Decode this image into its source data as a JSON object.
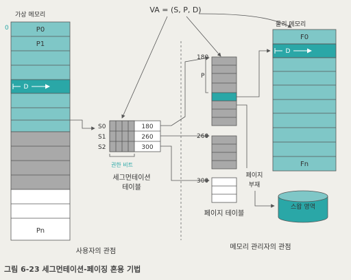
{
  "va_label": "VA = (S, P, D)",
  "virtual_memory": {
    "title": "가상 메모리",
    "zero": "0",
    "p0": "P0",
    "p1": "P1",
    "d": "D",
    "pn": "Pn"
  },
  "segment_table": {
    "rows": [
      {
        "seg": "S0",
        "value": "180"
      },
      {
        "seg": "S1",
        "value": "260"
      },
      {
        "seg": "S2",
        "value": "300"
      }
    ],
    "perm_label": "권한 비트",
    "title_line1": "세그먼테이션",
    "title_line2": "테이블"
  },
  "page_tables": {
    "addr_180": "180",
    "addr_260": "260",
    "addr_300": "300",
    "p_label": "P",
    "title": "페이지 테이블"
  },
  "physical_memory": {
    "title": "물리 메모리",
    "f0": "F0",
    "d": "D",
    "fn": "Fn"
  },
  "page_fault": {
    "line1": "페이지",
    "line2": "부재"
  },
  "swap": {
    "label": "스왑 영역"
  },
  "footer": {
    "user_view": "사용자의 관점",
    "manager_view": "메모리 관리자의 관점"
  },
  "caption": "그림 6-23 세그먼테이션-페이징 혼용 기법",
  "colors": {
    "teal": "#7fc7c7",
    "teal_dark": "#2aa7a7",
    "gray": "#a9a9a9",
    "line": "#555555"
  }
}
